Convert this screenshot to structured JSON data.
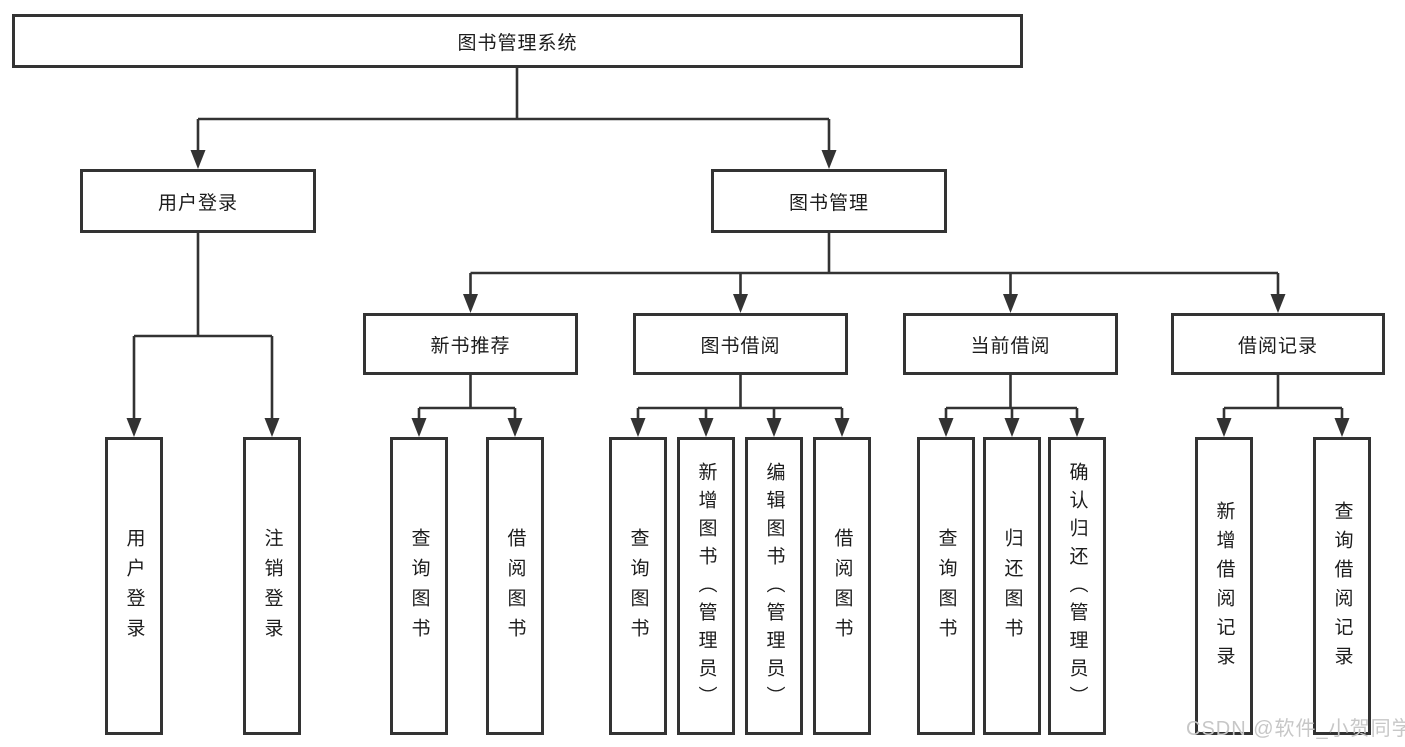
{
  "diagram": {
    "title": "图书管理系统",
    "level2": {
      "user_login": "用户登录",
      "book_mgmt": "图书管理"
    },
    "level3": {
      "new_books": "新书推荐",
      "book_borrow": "图书借阅",
      "current_borrow": "当前借阅",
      "borrow_records": "借阅记录"
    },
    "leaves": {
      "login": "用户登录",
      "logout": "注销登录",
      "nb_query": "查询图书",
      "nb_borrow": "借阅图书",
      "bb_query": "查询图书",
      "bb_add": "新增图书（管理员）",
      "bb_edit": "编辑图书（管理员）",
      "bb_borrow": "借阅图书",
      "cb_query": "查询图书",
      "cb_return": "归还图书",
      "cb_confirm": "确认归还（管理员）",
      "br_add": "新增借阅记录",
      "br_query": "查询借阅记录"
    }
  },
  "watermark": "CSDN @软件_小贺同学",
  "colors": {
    "line": "#333333",
    "box_background": "#ffffff",
    "text": "#1c1c1c",
    "watermark": "#c7c7c7"
  }
}
